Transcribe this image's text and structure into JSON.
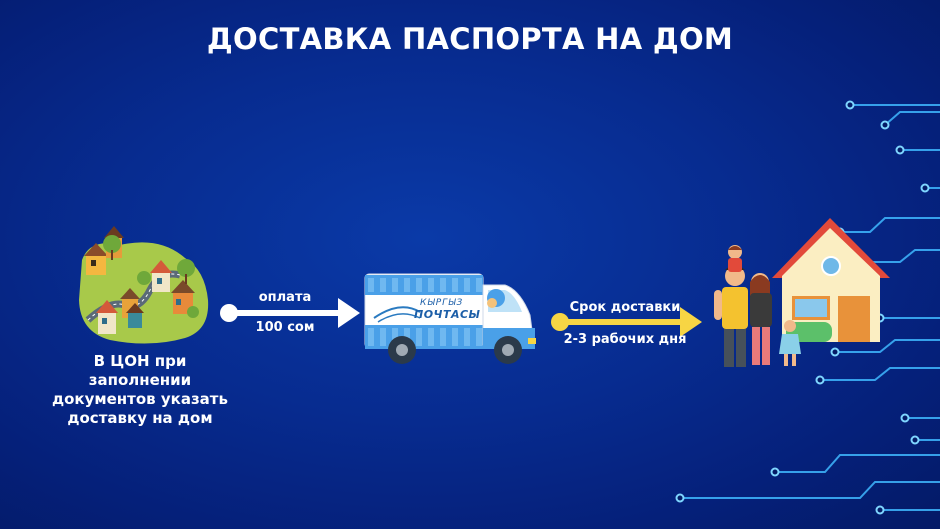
{
  "title": "ДОСТАВКА ПАСПОРТА НА ДОМ",
  "step1": {
    "caption": "В ЦОН при заполнении документов указать доставку на дом"
  },
  "arrow1": {
    "top": "оплата",
    "bottom": "100 сом"
  },
  "truck": {
    "logo_top": "КЫРГЫЗ",
    "logo_bottom": "ПОЧТАСЫ"
  },
  "arrow2": {
    "top": "Срок доставки",
    "bottom": "2-3 рабочих дня"
  },
  "colors": {
    "background": "#072b8f",
    "arrow1": "#ffffff",
    "arrow2": "#f7d544",
    "circuit": "#3fb8ff"
  },
  "icons": [
    "village-illustration",
    "postal-truck",
    "family-illustration",
    "house-illustration",
    "circuit-decoration"
  ]
}
